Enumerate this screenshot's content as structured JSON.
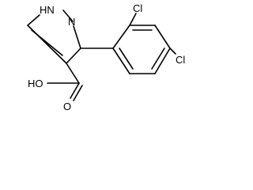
{
  "molecule": {
    "atoms": {
      "nh": "HN",
      "n": "N",
      "cl_ortho": "Cl",
      "cl_para": "Cl",
      "oh": "HO",
      "o": "O"
    }
  }
}
